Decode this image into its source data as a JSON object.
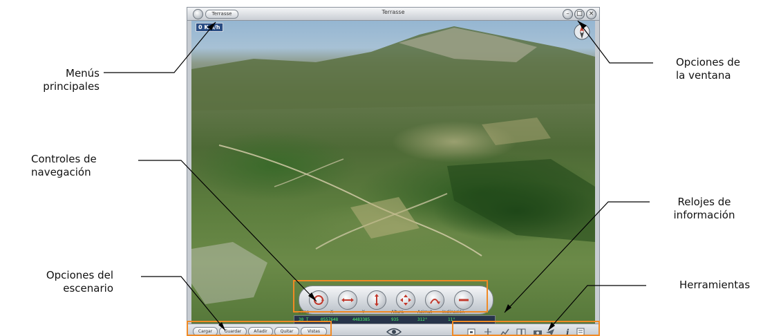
{
  "annotations": {
    "menus": [
      "Menús",
      "principales"
    ],
    "window_options": [
      "Opciones de",
      "la ventana"
    ],
    "navigation": [
      "Controles de",
      "navegación"
    ],
    "clocks": [
      "Relojes de",
      "información"
    ],
    "scenario": [
      "Opciones del",
      "escenario"
    ],
    "tools": [
      "Herramientas"
    ]
  },
  "window": {
    "title": "Terrasse",
    "menu_label": "Terrasse",
    "speed": "0 Km/h",
    "minimize": "–",
    "maximize": "□",
    "close": "×"
  },
  "readout": {
    "labels": [
      "Zona",
      "X",
      "Y",
      "Altura",
      "Acimut",
      "Inclinación"
    ],
    "values": [
      "30 T",
      "0557648",
      "4483385",
      "935",
      "312°",
      "11°"
    ]
  },
  "scenario_buttons": [
    "Cargar",
    "Guardar",
    "Añadir",
    "Quitar",
    "Vistas"
  ],
  "colors": {
    "highlight": "#f08a24",
    "terrain": "#4e6a36",
    "sky": "#a7c1d5"
  },
  "icons": {
    "nav": [
      "rotate-icon",
      "pan-icon",
      "altitude-icon",
      "move-icon",
      "tilt-icon",
      "zoom-icon"
    ],
    "tools": [
      "select-icon",
      "measure-icon",
      "profile-icon",
      "layers-icon",
      "camera-icon",
      "fly-icon",
      "info-icon",
      "panel-icon"
    ]
  }
}
